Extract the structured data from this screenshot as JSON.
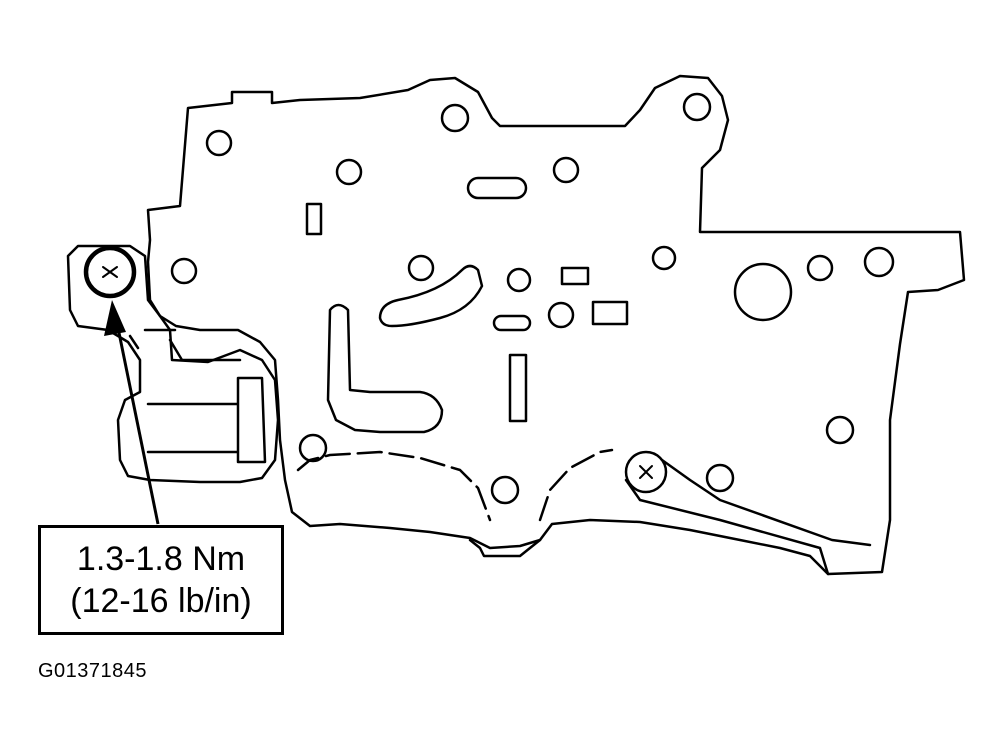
{
  "callout": {
    "torque_nm": "1.3-1.8 Nm",
    "torque_lbin": "(12-16 lb/in)"
  },
  "figure_id": "G01371845",
  "colors": {
    "ink": "#000000",
    "paper": "#ffffff"
  }
}
